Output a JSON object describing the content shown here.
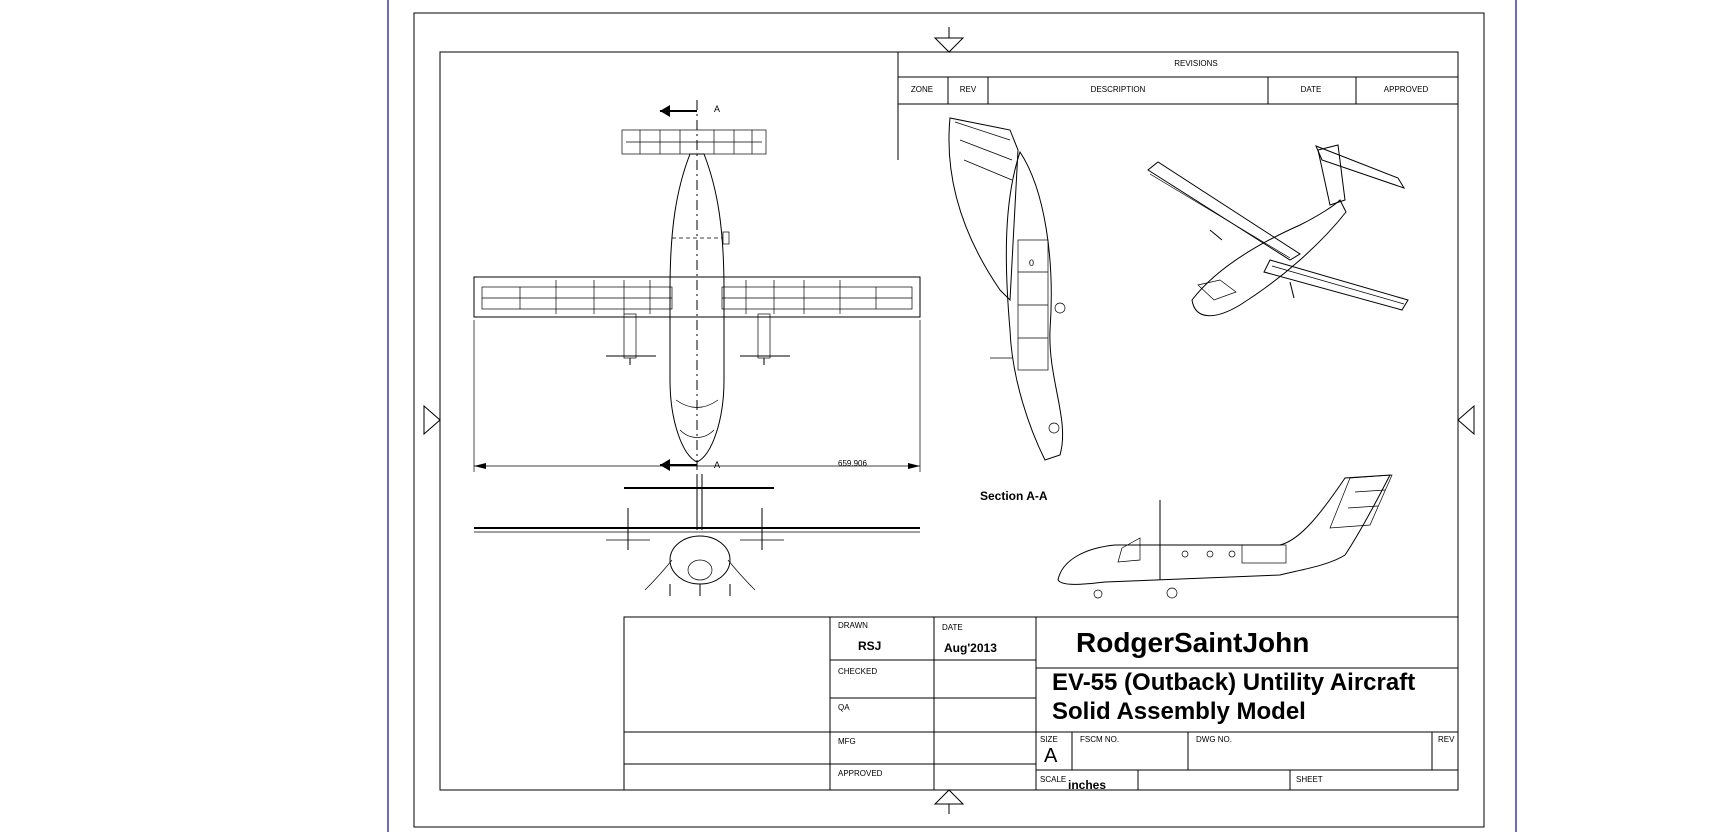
{
  "revisions": {
    "header": "REVISIONS",
    "columns": [
      "ZONE",
      "REV",
      "DESCRIPTION",
      "DATE",
      "APPROVED"
    ]
  },
  "section_marker": "A",
  "section_label": "Section A-A",
  "dimension_value": "659.906",
  "title_block": {
    "drawn_label": "DRAWN",
    "drawn_value": "RSJ",
    "date_label": "DATE",
    "date_value": "Aug'2013",
    "checked_label": "CHECKED",
    "qa_label": "QA",
    "mfg_label": "MFG",
    "approved_label": "APPROVED",
    "company": "RodgerSaintJohn",
    "title_line1": "EV-55 (Outback) Untility Aircraft",
    "title_line2": "Solid Assembly Model",
    "size_label": "SIZE",
    "size_value": "A",
    "fscm_label": "FSCM NO.",
    "dwg_label": "DWG NO.",
    "rev_label": "REV",
    "scale_label": "SCALE",
    "scale_value": "inches",
    "sheet_label": "SHEET"
  }
}
